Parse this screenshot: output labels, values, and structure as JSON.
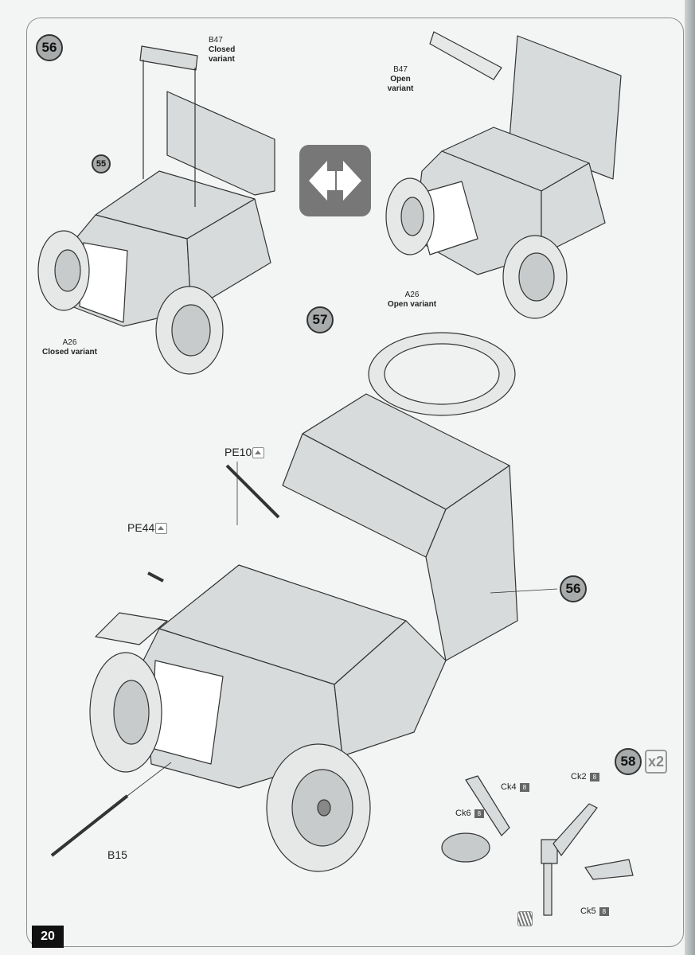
{
  "page_number": "20",
  "steps": {
    "s56": "56",
    "s55_ref": "55",
    "s57": "57",
    "s56_ref": "56",
    "s58": "58",
    "s58_multiplier": "x2"
  },
  "callouts": {
    "b47_closed_part": "B47",
    "b47_closed_text": "Closed variant",
    "b47_open_part": "B47",
    "b47_open_text": "Open variant",
    "a26_closed_part": "A26",
    "a26_closed_text": "Closed variant",
    "a26_open_part": "A26",
    "a26_open_text": "Open variant",
    "pe10": "PE10",
    "pe44": "PE44",
    "b15": "B15",
    "ck4": "Ck4",
    "ck2": "Ck2",
    "ck6": "Ck6",
    "ck5": "Ck5",
    "paint_code": "8"
  },
  "icons": {
    "flip_variant": "double-arrow-icon",
    "photo_etch": "photo-etch-icon",
    "glue": "glue-icon"
  }
}
